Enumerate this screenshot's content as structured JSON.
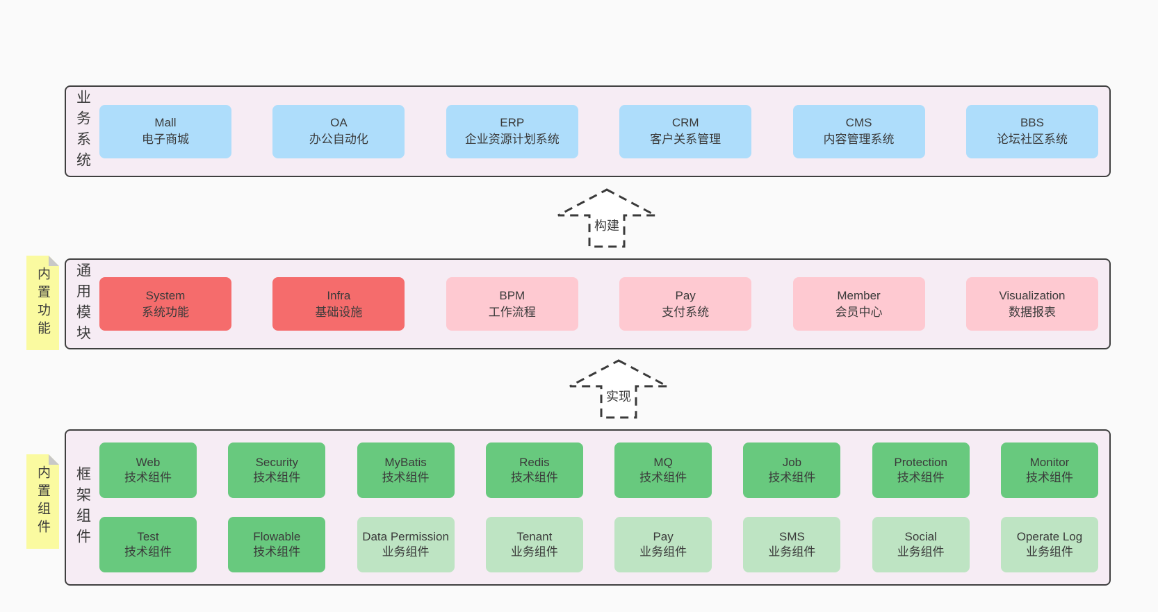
{
  "page": {
    "background": "#fafafa"
  },
  "palette": {
    "container_bg": "#f6ecf4",
    "container_border": "#3f3f3f",
    "blue": "#aeddfb",
    "red": "#f56c6c",
    "pink": "#fec9d1",
    "green": "#68c97e",
    "light_green": "#bee4c3",
    "sticky_yellow": "#fafaa0",
    "sticky_fold": "#c8c8c8",
    "text": "#3a3a3a"
  },
  "arrows": [
    {
      "label": "构建"
    },
    {
      "label": "实现"
    }
  ],
  "layers": {
    "business": {
      "side_label": "业务系统",
      "boxes": [
        {
          "title": "Mall",
          "subtitle": "电子商城"
        },
        {
          "title": "OA",
          "subtitle": "办公自动化"
        },
        {
          "title": "ERP",
          "subtitle": "企业资源计划系统"
        },
        {
          "title": "CRM",
          "subtitle": "客户关系管理"
        },
        {
          "title": "CMS",
          "subtitle": "内容管理系统"
        },
        {
          "title": "BBS",
          "subtitle": "论坛社区系统"
        }
      ]
    },
    "modules": {
      "side_label": "通用模块",
      "sticky_label": "内置功能",
      "boxes": [
        {
          "title": "System",
          "subtitle": "系统功能",
          "variant": "red"
        },
        {
          "title": "Infra",
          "subtitle": "基础设施",
          "variant": "red"
        },
        {
          "title": "BPM",
          "subtitle": "工作流程",
          "variant": "pink"
        },
        {
          "title": "Pay",
          "subtitle": "支付系统",
          "variant": "pink"
        },
        {
          "title": "Member",
          "subtitle": "会员中心",
          "variant": "pink"
        },
        {
          "title": "Visualization",
          "subtitle": "数据报表",
          "variant": "pink"
        }
      ]
    },
    "components": {
      "side_label": "框架组件",
      "sticky_label": "内置组件",
      "row1": [
        {
          "title": "Web",
          "subtitle": "技术组件",
          "variant": "green"
        },
        {
          "title": "Security",
          "subtitle": "技术组件",
          "variant": "green"
        },
        {
          "title": "MyBatis",
          "subtitle": "技术组件",
          "variant": "green"
        },
        {
          "title": "Redis",
          "subtitle": "技术组件",
          "variant": "green"
        },
        {
          "title": "MQ",
          "subtitle": "技术组件",
          "variant": "green"
        },
        {
          "title": "Job",
          "subtitle": "技术组件",
          "variant": "green"
        },
        {
          "title": "Protection",
          "subtitle": "技术组件",
          "variant": "green"
        },
        {
          "title": "Monitor",
          "subtitle": "技术组件",
          "variant": "green"
        }
      ],
      "row2": [
        {
          "title": "Test",
          "subtitle": "技术组件",
          "variant": "green"
        },
        {
          "title": "Flowable",
          "subtitle": "技术组件",
          "variant": "green"
        },
        {
          "title": "Data Permission",
          "subtitle": "业务组件",
          "variant": "light-green"
        },
        {
          "title": "Tenant",
          "subtitle": "业务组件",
          "variant": "light-green"
        },
        {
          "title": "Pay",
          "subtitle": "业务组件",
          "variant": "light-green"
        },
        {
          "title": "SMS",
          "subtitle": "业务组件",
          "variant": "light-green"
        },
        {
          "title": "Social",
          "subtitle": "业务组件",
          "variant": "light-green"
        },
        {
          "title": "Operate Log",
          "subtitle": "业务组件",
          "variant": "light-green"
        }
      ]
    }
  }
}
